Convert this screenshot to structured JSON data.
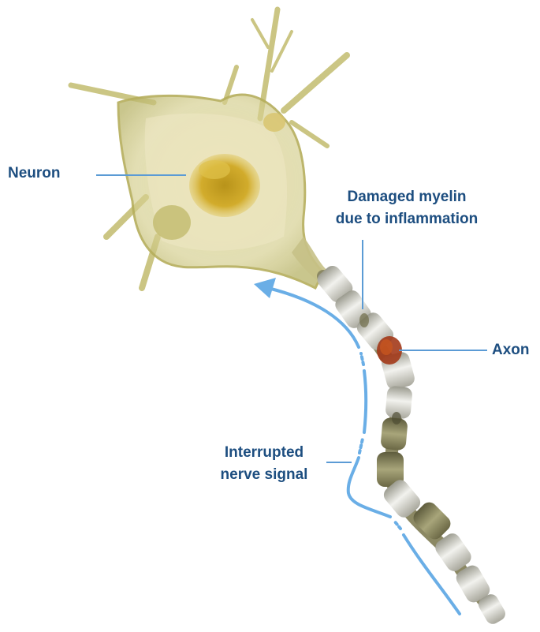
{
  "labels": {
    "neuron": "Neuron",
    "myelin_line1": "Damaged myelin",
    "myelin_line2": "due to inflammation",
    "axon": "Axon",
    "signal_line1": "Interrupted",
    "signal_line2": "nerve signal"
  },
  "colors": {
    "label_text": "#1d4e80",
    "leader_line": "#5b9bd5",
    "signal_arrow": "#6aaee6",
    "cell_body": "#c9c47a",
    "nucleus": "#c9a21f",
    "myelin": "#d9d9d9",
    "damaged_myelin": "#a33a1a",
    "axon_dark": "#7d7a4e"
  }
}
